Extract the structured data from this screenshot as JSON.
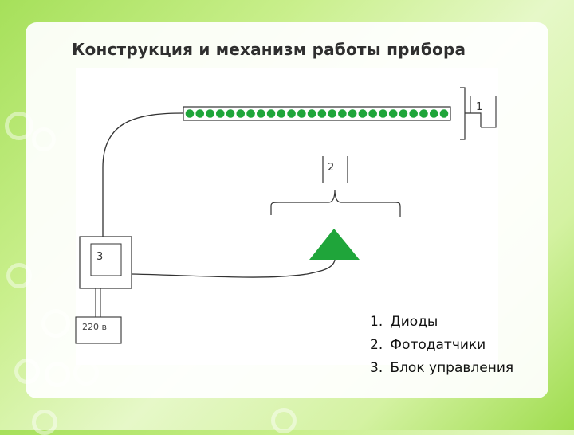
{
  "slide": {
    "title": "Конструкция и механизм работы прибора"
  },
  "diagram": {
    "callouts": {
      "diodes_number": "1",
      "photosensors_number": "2",
      "control_number": "3"
    },
    "power_label": "220 в",
    "led_count": 26,
    "colors": {
      "led": "#1fa53a",
      "sensor": "#1fa53a",
      "line": "#333333"
    }
  },
  "legend": [
    {
      "num": "1.",
      "text": "Диоды"
    },
    {
      "num": "2.",
      "text": "Фотодатчики"
    },
    {
      "num": "3.",
      "text": "Блок управления"
    }
  ]
}
